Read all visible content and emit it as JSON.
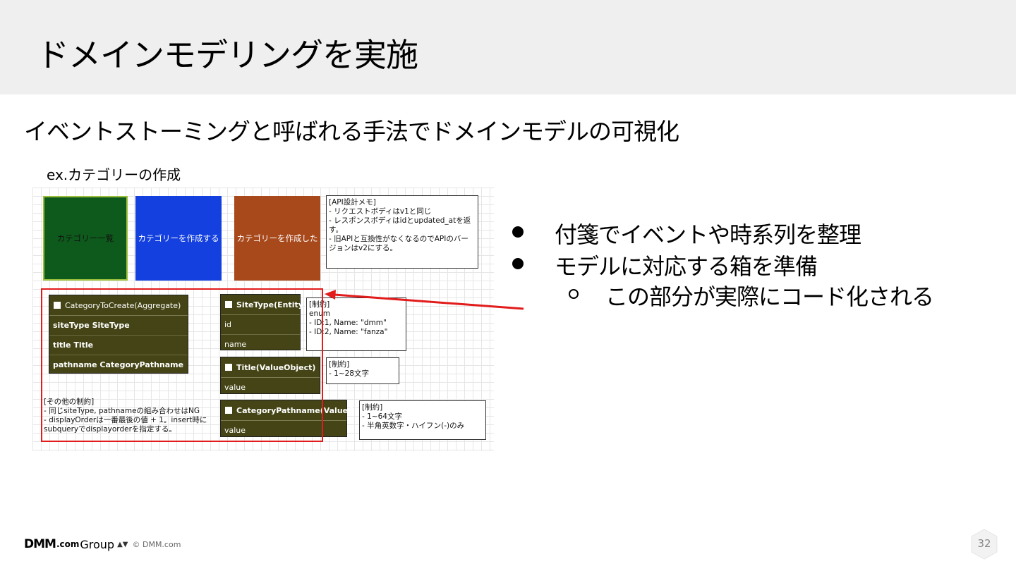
{
  "slide": {
    "title": "ドメインモデリングを実施",
    "subtitle": "イベントストーミングと呼ばれる手法でドメインモデルの可視化",
    "example_label": "ex.カテゴリーの作成",
    "page_number": "32"
  },
  "diagram": {
    "stickies": [
      "カテゴリー一覧",
      "カテゴリーを作成する",
      "カテゴリーを作成した"
    ],
    "api_note": [
      "[API設計メモ]",
      "- リクエストボディはv1と同じ",
      "- レスポンスボディはidとupdated_atを返す。",
      "- 旧APIと互換性がなくなるのでAPIのバージョンはv2にする。"
    ],
    "aggregate": {
      "header": "CategoryToCreate(Aggregate)",
      "rows": [
        "siteType SiteType",
        "title Title",
        "pathname CategoryPathname"
      ]
    },
    "site_type": {
      "header": "SiteType(Entity)",
      "rows": [
        "id",
        "name"
      ]
    },
    "site_type_note": [
      "[制約]",
      "enum",
      "- ID:1, Name: \"dmm\"",
      "- ID:2, Name: \"fanza\""
    ],
    "title_vo": {
      "header": "Title(ValueObject)",
      "rows": [
        "value"
      ]
    },
    "title_note": [
      "[制約]",
      "- 1~28文字"
    ],
    "pathname_vo": {
      "header": "CategoryPathname(ValueObject)",
      "rows": [
        "value"
      ]
    },
    "pathname_note": [
      "[制約]",
      "- 1~64文字",
      "- 半角英数字・ハイフン(-)のみ"
    ],
    "other_constraints": [
      "[その他の制約]",
      "- 同じsiteType, pathnameの組み合わせはNG",
      "- displayOrderは一番最後の値 + 1。insert時に",
      "subqueryでdisplayorderを指定する。"
    ]
  },
  "bullets": {
    "items": [
      "付箋でイベントや時系列を整理",
      "モデルに対応する箱を準備"
    ],
    "sub_item": "この部分が実際にコード化される"
  },
  "footer": {
    "brand_dmm": "DMM",
    "brand_com": ".com",
    "brand_group": "Group",
    "copyright": "© DMM.com"
  },
  "colors": {
    "header_bg": "#efefef",
    "sticky_green": "#0e5a1c",
    "sticky_blue": "#1440e0",
    "sticky_orange": "#a8491c",
    "entity_olive": "#444416",
    "highlight_red": "#e21b1b"
  }
}
